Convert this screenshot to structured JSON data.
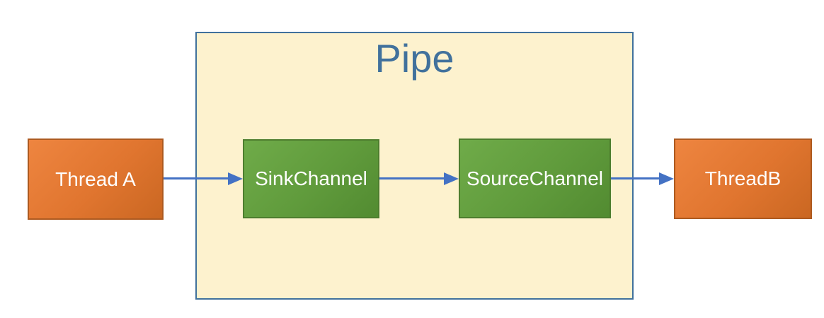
{
  "diagram": {
    "container": {
      "label": "Pipe"
    },
    "nodes": [
      {
        "id": "thread-a",
        "label": "Thread A",
        "type": "thread",
        "inside_pipe": false
      },
      {
        "id": "sink-channel",
        "label": "SinkChannel",
        "type": "channel",
        "inside_pipe": true
      },
      {
        "id": "source-channel",
        "label": "SourceChannel",
        "type": "channel",
        "inside_pipe": true
      },
      {
        "id": "thread-b",
        "label": "ThreadB",
        "type": "thread",
        "inside_pipe": false
      }
    ],
    "edges": [
      {
        "from": "thread-a",
        "to": "sink-channel"
      },
      {
        "from": "sink-channel",
        "to": "source-channel"
      },
      {
        "from": "source-channel",
        "to": "thread-b"
      }
    ],
    "colors": {
      "pipe_fill": "#FDF2CE",
      "pipe_border": "#41719C",
      "pipe_title_text": "#41719C",
      "thread_fill": "#E0752F",
      "thread_border": "#AD5A20",
      "channel_fill": "#609B3C",
      "channel_border": "#4D7D2E",
      "arrow": "#4472C4",
      "node_text": "#FFFFFF",
      "page_background": "#FFFFFF"
    }
  }
}
